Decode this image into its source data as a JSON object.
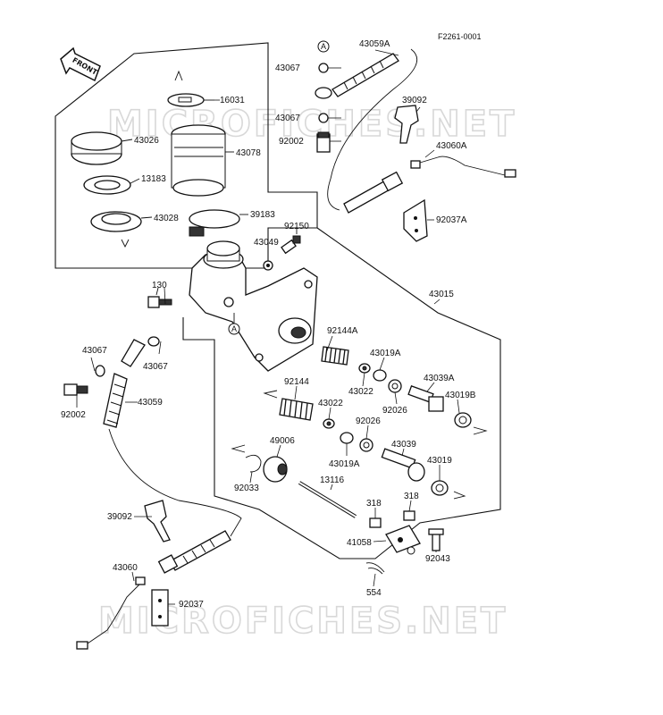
{
  "figure_code": "F2261-0001",
  "front_label": "FRONT",
  "watermark": "MICROFICHES.NET",
  "ref_mark": "A",
  "parts": {
    "p16031": "16031",
    "p43026": "43026",
    "p43078": "43078",
    "p13183": "13183",
    "p43028": "43028",
    "p39183": "39183",
    "p92150": "92150",
    "p43049": "43049",
    "p130": "130",
    "p43067_top1": "43067",
    "p43059A": "43059A",
    "p43067_top2": "43067",
    "p92002_top": "92002",
    "p39092_top": "39092",
    "p43060A": "43060A",
    "p92037A": "92037A",
    "p43015": "43015",
    "p92144A": "92144A",
    "p43019A_1": "43019A",
    "p43022_1": "43022",
    "p92026_1": "92026",
    "p43039A": "43039A",
    "p43019B": "43019B",
    "p92144": "92144",
    "p43022_2": "43022",
    "p92026_2": "92026",
    "p43039": "43039",
    "p43019A_2": "43019A",
    "p43019": "43019",
    "p49006": "49006",
    "p92033": "92033",
    "p13116": "13116",
    "p318_1": "318",
    "p318_2": "318",
    "p41058": "41058",
    "p92043": "92043",
    "p554": "554",
    "p43067_left1": "43067",
    "p43067_left2": "43067",
    "p43059": "43059",
    "p92002_left": "92002",
    "p39092_bot": "39092",
    "p43060": "43060",
    "p92037": "92037"
  }
}
